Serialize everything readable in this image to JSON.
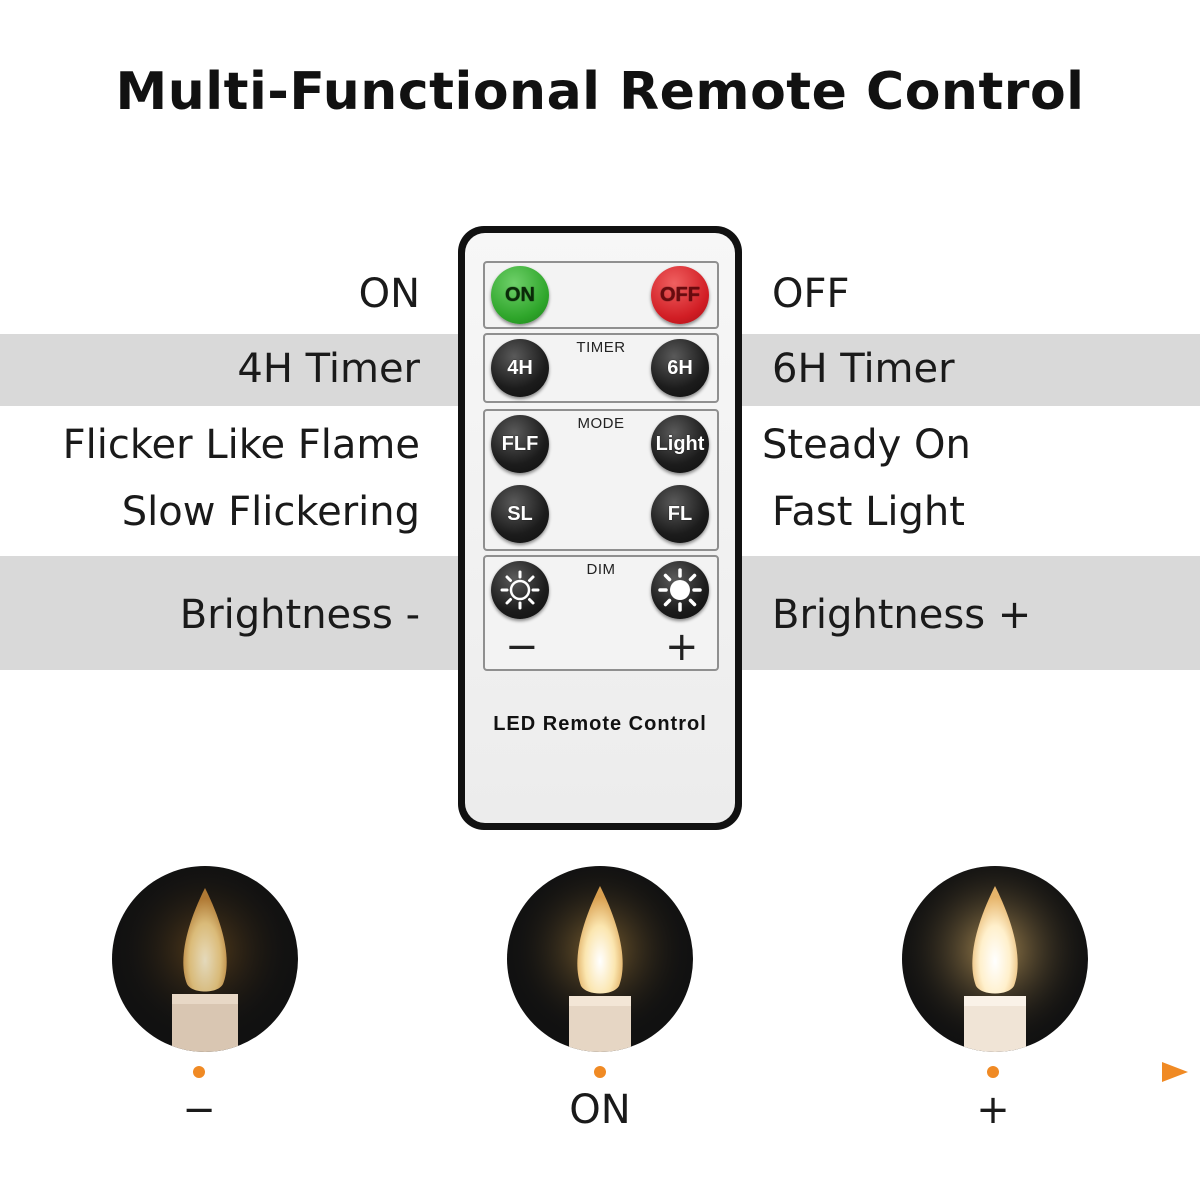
{
  "title": "Multi-Functional Remote Control",
  "functions": {
    "left": [
      "ON",
      "4H Timer",
      "Flicker Like Flame",
      "Slow Flickering",
      "Brightness -"
    ],
    "right": [
      "OFF",
      "6H Timer",
      "Steady On",
      "Fast Light",
      "Brightness +"
    ]
  },
  "remote": {
    "buttons": {
      "on": "ON",
      "off": "OFF",
      "h4": "4H",
      "h6": "6H",
      "flf": "FLF",
      "light": "Light",
      "sl": "SL",
      "fl": "FL"
    },
    "groups": {
      "timer": "TIMER",
      "mode": "MODE",
      "dim": "DIM"
    },
    "dim_minus": "−",
    "dim_plus": "+",
    "brand": "LED Remote Control"
  },
  "brightness_scale": {
    "labels": [
      "−",
      "ON",
      "+"
    ]
  },
  "colors": {
    "band": "#d9d9d9",
    "on_button": "#2ea52a",
    "off_button": "#d11d24",
    "axis": "#f08a24"
  },
  "icons": [
    "sun-dim-icon",
    "sun-bright-icon",
    "candle-flame-icon",
    "arrow-right-icon"
  ]
}
